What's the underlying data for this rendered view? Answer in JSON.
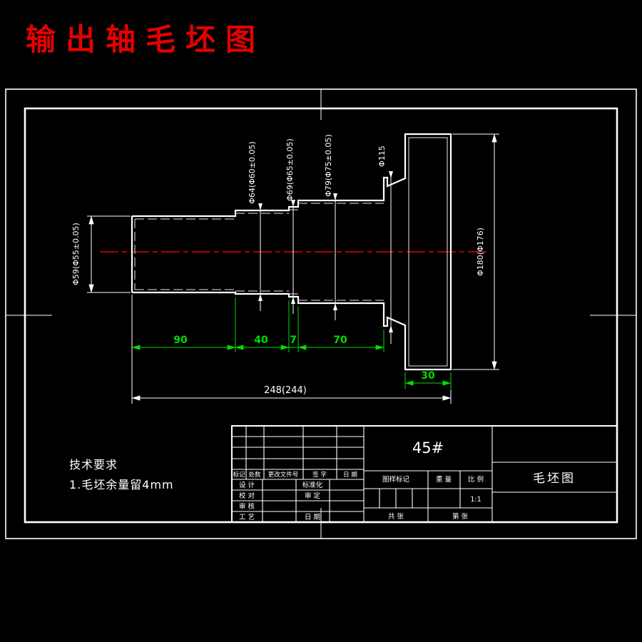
{
  "title": "输出轴毛坯图",
  "technical_requirements": {
    "heading": "技术要求",
    "item1": "1.毛坯余量留4mm"
  },
  "dimensions": {
    "dia_59": "Φ59(Φ55±0.05)",
    "dia_64": "Φ64(Φ60±0.05)",
    "dia_69": "Φ69(Φ65±0.05)",
    "dia_79": "Φ79(Φ75±0.05)",
    "dia_115": "Φ115",
    "dia_180": "Φ180(Φ176)",
    "len_seg1": "90",
    "len_seg2": "40",
    "len_seg3": "7",
    "len_seg4": "70",
    "len_flange": "30",
    "len_overall": "248(244)"
  },
  "title_block": {
    "material": "45#",
    "drawing_name": "毛坯图",
    "header": {
      "c1": "标记",
      "c2": "处数",
      "c3": "更改文件号",
      "c4": "签 字",
      "c5": "日 期"
    },
    "left_rows": {
      "r1": "设 计",
      "r2": "校 对",
      "r3": "审 核",
      "r4": "工 艺"
    },
    "mid_rows": {
      "r1": "标准化",
      "r2": "审 定",
      "r4": "日 期"
    },
    "stage_mark_label": "图样标记",
    "weight_label": "重 量",
    "scale_label": "比 例",
    "scale_value": "1:1",
    "sheet_total": "共  张",
    "sheet_index": "第  张"
  },
  "colors": {
    "background": "#000000",
    "outline": "#ffffff",
    "dimension_green": "#00dd00",
    "centerline_red": "#e60000",
    "title_red": "#e60000"
  }
}
